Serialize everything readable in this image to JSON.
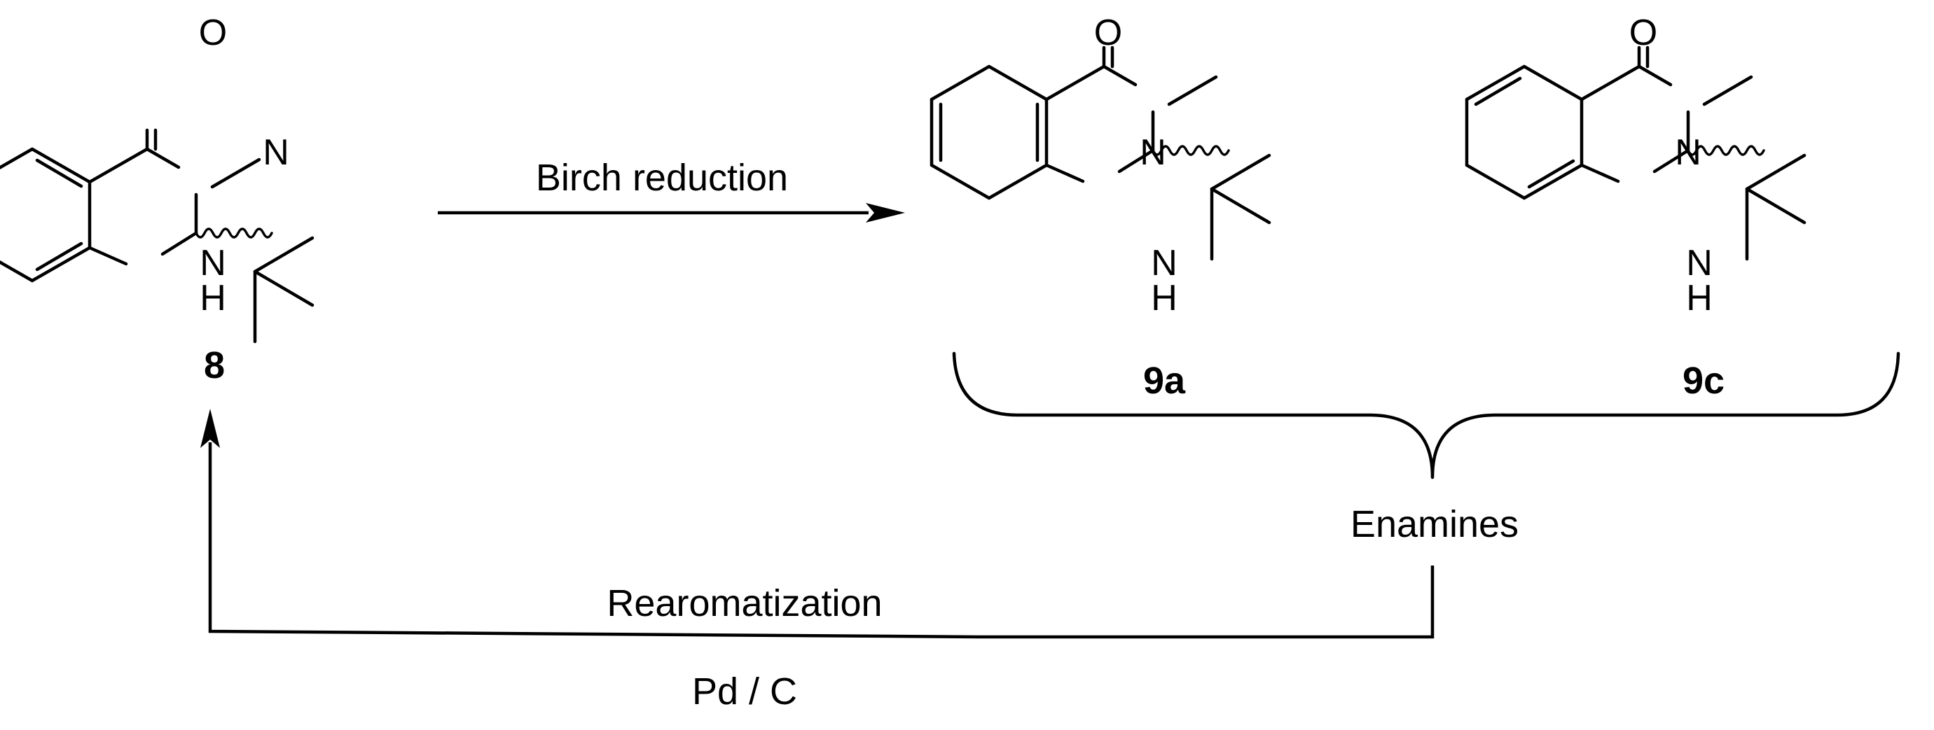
{
  "atoms": {
    "oxygen": "O",
    "nitrogen": "N",
    "nh_n": "N",
    "nh_h": "H"
  },
  "compounds": {
    "c8": {
      "number": "8"
    },
    "c9a": {
      "number": "9a"
    },
    "c9c": {
      "number": "9c"
    }
  },
  "reactions": {
    "forward": "Birch reduction",
    "backward_top": "Rearomatization",
    "backward_bottom": "Pd / C"
  },
  "group_label": "Enamines"
}
